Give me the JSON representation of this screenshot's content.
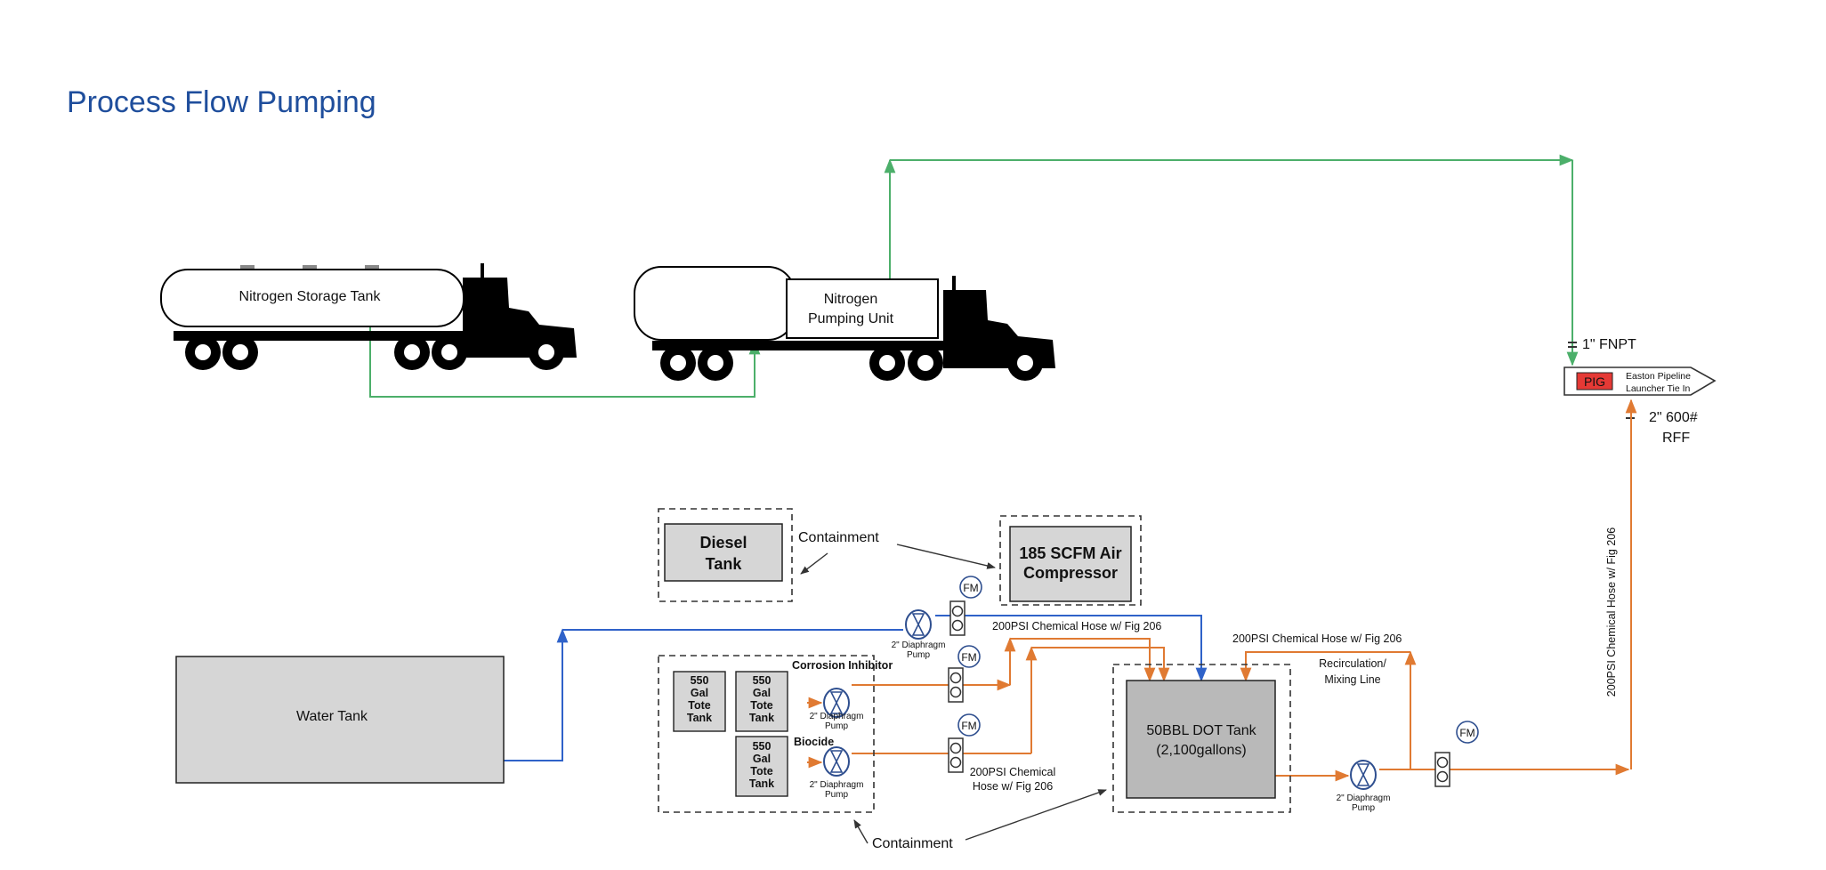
{
  "title": "Process Flow Pumping",
  "colors": {
    "title": "#1f4e9c",
    "nitrogen_line": "#4caf6a",
    "water_line": "#2f62c9",
    "chemical_line": "#e07a32",
    "pig_red": "#e53935",
    "tank_gray": "#d6d6d6",
    "dot_tank_gray": "#b9b9b9"
  },
  "trucks": {
    "storage_label": "Nitrogen Storage Tank",
    "pumping_line1": "Nitrogen",
    "pumping_line2": "Pumping Unit"
  },
  "tie_in": {
    "top_fitting": "1\" FNPT",
    "pig": "PIG",
    "name_line1": "Easton Pipeline",
    "name_line2": "Launcher Tie In",
    "bottom_fitting_line1": "2\" 600#",
    "bottom_fitting_line2": "RFF"
  },
  "equipment": {
    "diesel_line1": "Diesel",
    "diesel_line2": "Tank",
    "compressor_line1": "185 SCFM Air",
    "compressor_line2": "Compressor",
    "containment_top": "Containment",
    "containment_bottom": "Containment",
    "water_tank": "Water Tank",
    "dot_tank_line1": "50BBL DOT Tank",
    "dot_tank_line2": "(2,100gallons)",
    "tote": [
      "550",
      "Gal",
      "Tote",
      "Tank"
    ],
    "corrosion_inhibitor": "Corrosion Inhibitor",
    "biocide": "Biocide",
    "flow_meter": "FM",
    "pump_line1": "2\" Diaphragm",
    "pump_line2": "Pump"
  },
  "hoses": {
    "hose_top": "200PSI Chemical Hose w/ Fig 206",
    "hose_right": "200PSI Chemical Hose w/ Fig 206",
    "hose_bottom_line1": "200PSI Chemical",
    "hose_bottom_line2": "Hose w/ Fig 206",
    "hose_vertical": "200PSI Chemical Hose w/ Fig 206",
    "recirc_line1": "Recirculation/",
    "recirc_line2": "Mixing Line"
  }
}
